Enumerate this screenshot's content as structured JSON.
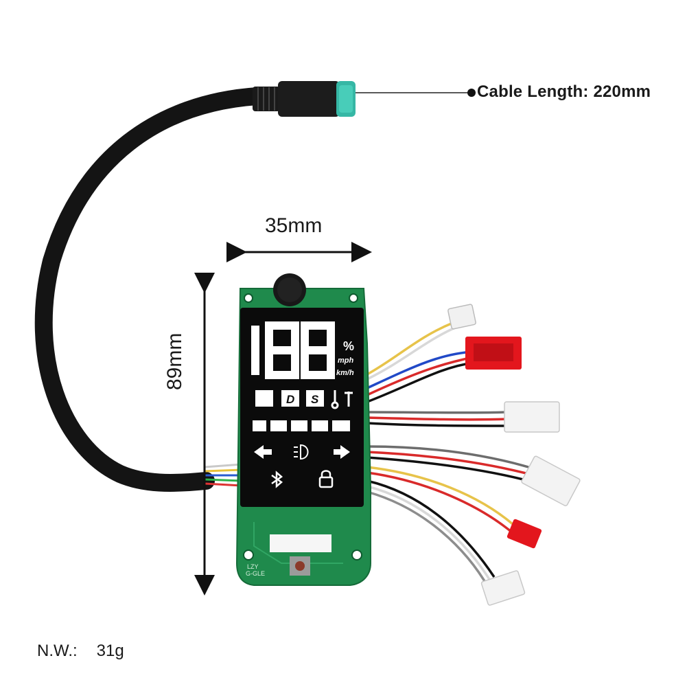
{
  "annotations": {
    "cable_length": "Cable Length: 220mm",
    "width": "35mm",
    "height": "89mm",
    "net_weight_label": "N.W.:",
    "net_weight_value": "31g"
  },
  "display": {
    "digits": "88",
    "percent_unit": "%",
    "speed_unit_mph": "mph",
    "speed_unit_kmh": "km/h",
    "mode_d": "D",
    "mode_s": "S",
    "board_marking_line1": "LZY",
    "board_marking_line2": "G-GLE"
  },
  "colors": {
    "pcb": "#1f8a4c",
    "cable": "#111111",
    "connector_teal": "#36b7a5",
    "red_connector": "#e3161d",
    "white_connector": "#f1f1f1"
  }
}
